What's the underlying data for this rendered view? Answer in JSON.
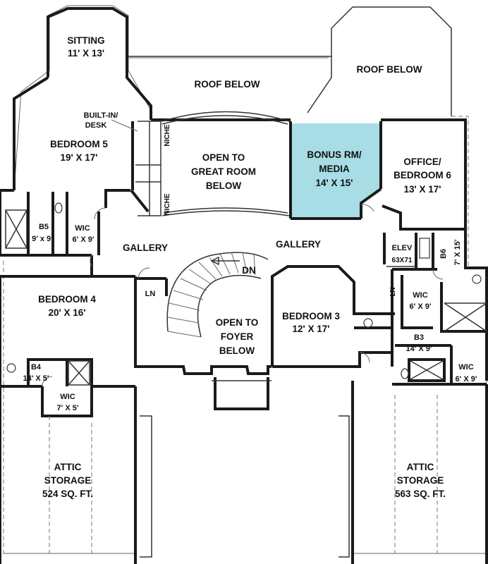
{
  "colors": {
    "bonus_room_fill": "#a8dde6",
    "wall": "#1a1a1a"
  },
  "rooms": {
    "sitting": {
      "name": "SITTING",
      "size": "11' X 13'"
    },
    "roof_below_left": {
      "name": "ROOF BELOW"
    },
    "roof_below_right": {
      "name": "ROOF BELOW"
    },
    "built_in_desk": {
      "line1": "BUILT-IN/",
      "line2": "DESK"
    },
    "bedroom5": {
      "name": "BEDROOM 5",
      "size": "19' X 17'"
    },
    "niche_upper": {
      "name": "NICHE"
    },
    "niche_lower": {
      "name": "NICHE"
    },
    "open_great_room": {
      "line1": "OPEN TO",
      "line2": "GREAT ROOM",
      "line3": "BELOW"
    },
    "bonus_room": {
      "line1": "BONUS RM/",
      "line2": "MEDIA",
      "size": "14' X 15'"
    },
    "office": {
      "line1": "OFFICE/",
      "line2": "BEDROOM 6",
      "size": "13' X 17'"
    },
    "b5": {
      "name": "B5",
      "size": "9' x 9'"
    },
    "wic5": {
      "name": "WIC",
      "size": "6' X 9'"
    },
    "gallery_left": {
      "name": "GALLERY"
    },
    "gallery_right": {
      "name": "GALLERY"
    },
    "stair_dn": {
      "name": "DN"
    },
    "elev": {
      "name": "ELEV",
      "size": "63X71"
    },
    "b6": {
      "name": "B6",
      "size": "7' X 15'"
    },
    "bedroom4": {
      "name": "BEDROOM 4",
      "size": "20' X 16'"
    },
    "ln_left": {
      "name": "LN"
    },
    "ln_right": {
      "name": "LN"
    },
    "open_foyer": {
      "line1": "OPEN TO",
      "line2": "FOYER",
      "line3": "BELOW"
    },
    "bedroom3": {
      "name": "BEDROOM 3",
      "size": "12' X 17'"
    },
    "wic_b6": {
      "name": "WIC",
      "size": "6' X 9'"
    },
    "b3": {
      "name": "B3",
      "size": "14' X 9'"
    },
    "wic3": {
      "name": "WIC",
      "size": "6' X 9'"
    },
    "b4": {
      "name": "B4",
      "size": "14' X 5'"
    },
    "wic4": {
      "name": "WIC",
      "size": "7' X 5'"
    },
    "attic_left": {
      "line1": "ATTIC",
      "line2": "STORAGE",
      "area": "524 SQ. FT."
    },
    "attic_right": {
      "line1": "ATTIC",
      "line2": "STORAGE",
      "area": "563 SQ. FT."
    }
  }
}
